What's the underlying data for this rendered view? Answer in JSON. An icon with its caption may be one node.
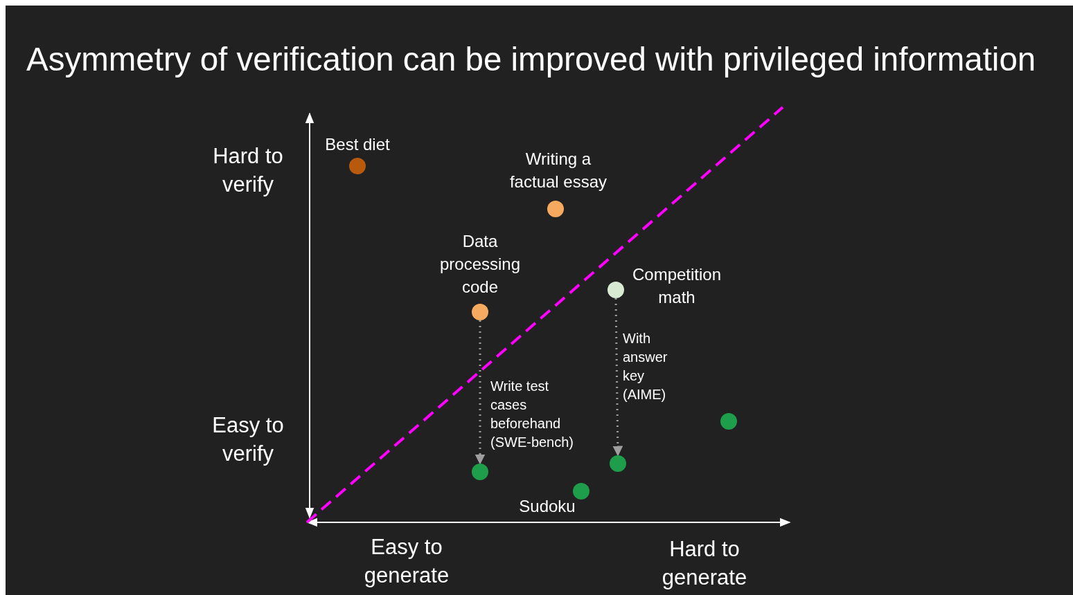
{
  "diagram": {
    "title": "Asymmetry of verification can be improved with privileged information",
    "nodes": [
      {
        "text": [],
        "shape": "circle",
        "beside": [
          "Best diet"
        ]
      },
      {
        "text": [],
        "shape": "circle",
        "beside": [
          "Writing a factual essay"
        ]
      },
      {
        "text": [],
        "shape": "circle",
        "beside": [
          "Data processing code"
        ]
      },
      {
        "text": [],
        "shape": "circle",
        "beside": [
          "Competition math"
        ]
      },
      {
        "text": [],
        "shape": "circle"
      },
      {
        "text": [],
        "shape": "circle"
      },
      {
        "text": [],
        "shape": "circle",
        "beside": [
          "Sudoku"
        ]
      },
      {
        "text": [],
        "shape": "circle"
      }
    ],
    "edges": [
      {
        "from": 2,
        "to": 4,
        "arrow": "to",
        "style": "dashed",
        "label": "Write test cases beforehand (SWE-bench)"
      },
      {
        "from": 3,
        "to": 5,
        "arrow": "to",
        "style": "dashed",
        "label": "With answer key (AIME)"
      }
    ],
    "labels": [
      "Hard to verify",
      "Easy to verify",
      "Easy to generate",
      "Hard to generate"
    ]
  }
}
